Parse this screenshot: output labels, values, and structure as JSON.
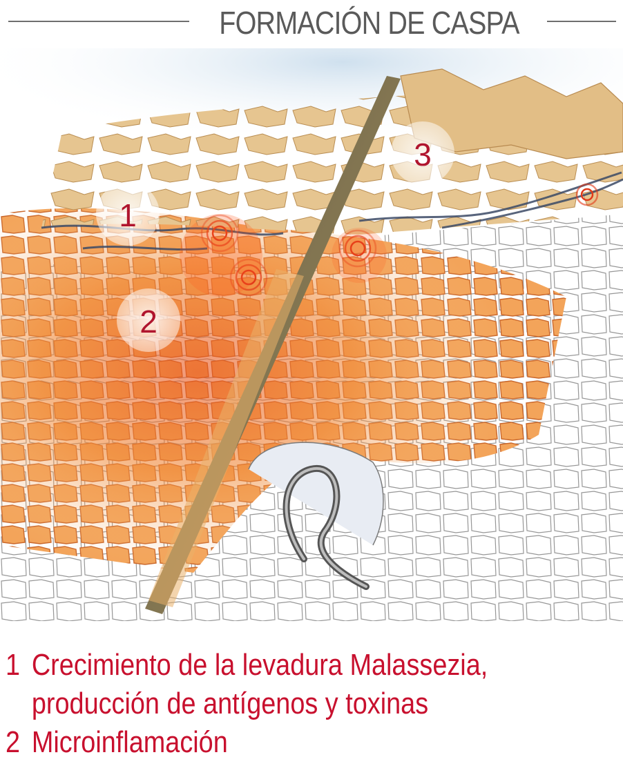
{
  "title": "FORMACIÓN DE CASPA",
  "markers": [
    {
      "number": "1"
    },
    {
      "number": "2"
    },
    {
      "number": "3"
    }
  ],
  "legend": [
    {
      "number": "1",
      "line1": "Crecimiento de la levadura Malassezia,",
      "line2": "producción de antígenos y toxinas"
    },
    {
      "number": "2",
      "line1": "Microinflamación"
    }
  ],
  "colors": {
    "accent": "#c8102e",
    "title": "#5a5a5a",
    "skin_inflamed": "#f08a3a",
    "flakes": "#d9b27a"
  }
}
